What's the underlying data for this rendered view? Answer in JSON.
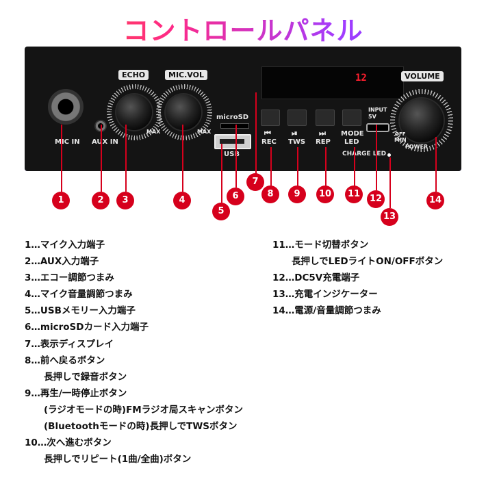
{
  "title": "コントロールパネル",
  "panel": {
    "mic_in": "MIC IN",
    "aux_in": "AUX IN",
    "echo": "ECHO",
    "mic_vol": "MIC.VOL",
    "max1": "MAX",
    "max2": "MAX",
    "microsd": "microSD",
    "usb": "USB",
    "display_value": "12",
    "rec": "REC",
    "tws": "TWS",
    "rep": "REP",
    "mode_led_1": "MODE",
    "mode_led_2": "LED",
    "input_5v_1": "INPUT",
    "input_5v_2": "5V",
    "charge_led": "CHARGE LED",
    "volume": "VOLUME",
    "off": "OFF",
    "min": "MIN",
    "power": "POWER",
    "prev_icon": "⏮",
    "play_icon": "⏯",
    "next_icon": "⏭"
  },
  "markers": [
    "1",
    "2",
    "3",
    "4",
    "5",
    "6",
    "7",
    "8",
    "9",
    "10",
    "11",
    "12",
    "13",
    "14"
  ],
  "legend_left": [
    "1…マイク入力端子",
    "2…AUX入力端子",
    "3…エコー調節つまみ",
    "4…マイク音量調節つまみ",
    "5…USBメモリー入力端子",
    "6…microSDカード入力端子",
    "7…表示ディスプレイ",
    "8…前へ戻るボタン",
    "長押しで録音ボタン",
    "9…再生/一時停止ボタン",
    "(ラジオモードの時)FMラジオ局スキャンボタン",
    "(Bluetoothモードの時)長押しでTWSボタン",
    "10…次へ進むボタン",
    "長押しでリピート(1曲/全曲)ボタン"
  ],
  "legend_right": [
    "11…モード切替ボタン",
    "長押しでLEDライトON/OFFボタン",
    "12…DC5V充電端子",
    "13…充電インジケーター",
    "14…電源/音量調節つまみ"
  ],
  "colors": {
    "marker": "#d6001c",
    "display": "#ff1f2e",
    "accent": "#4e2bd1"
  }
}
